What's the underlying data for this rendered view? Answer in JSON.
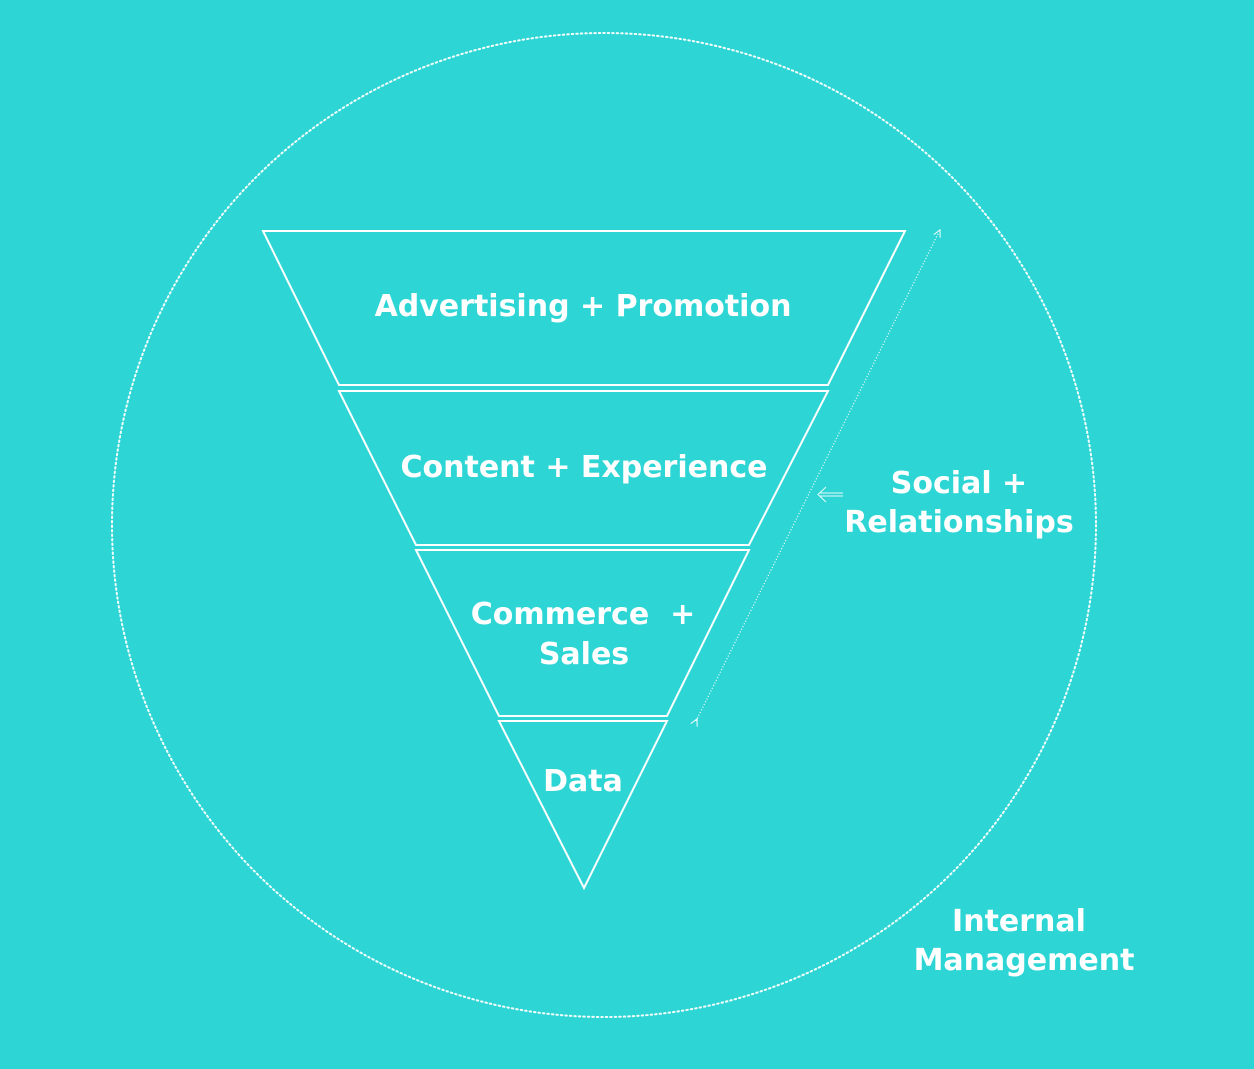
{
  "colors": {
    "background": "#2ed5d5",
    "line": "#ffffff",
    "text": "#ffffff"
  },
  "funnel": {
    "layers": [
      {
        "label": "Advertising + Promotion"
      },
      {
        "label": "Content + Experience"
      },
      {
        "label_line1": "Commerce  +",
        "label_line2": "Sales"
      },
      {
        "label": "Data"
      }
    ]
  },
  "side_label": {
    "line1": "Social +",
    "line2": "Relationships"
  },
  "circle_label": {
    "line1": "Internal",
    "line2": "Management"
  }
}
